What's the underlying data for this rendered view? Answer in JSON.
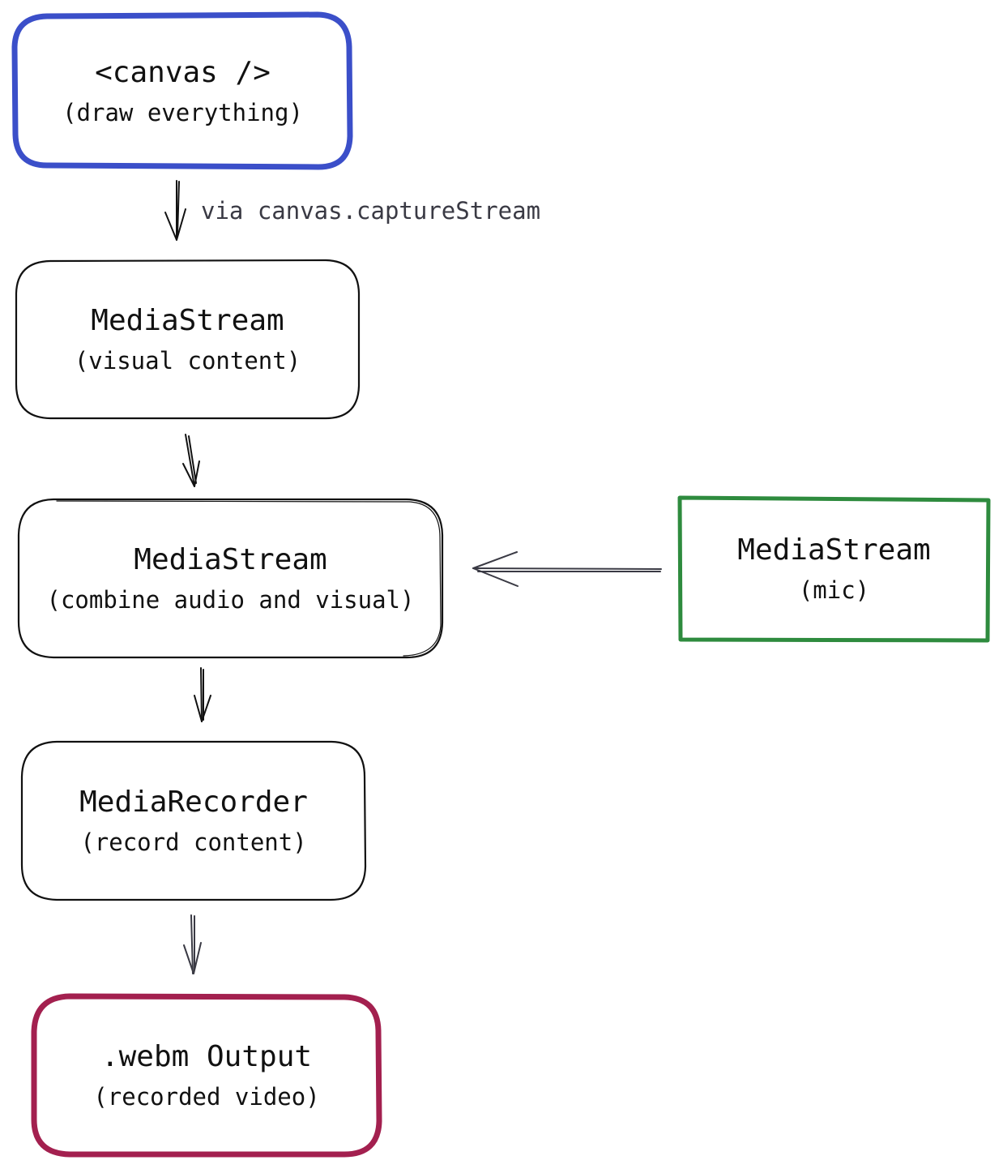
{
  "nodes": {
    "canvas": {
      "title": "<canvas />",
      "subtitle": "(draw everything)",
      "border_color": "#3b4fc9"
    },
    "visual_stream": {
      "title": "MediaStream",
      "subtitle": "(visual content)",
      "border_color": "#111111"
    },
    "combined_stream": {
      "title": "MediaStream",
      "subtitle": "(combine audio and visual)",
      "border_color": "#111111"
    },
    "mic_stream": {
      "title": "MediaStream",
      "subtitle": "(mic)",
      "border_color": "#2e8b3e"
    },
    "recorder": {
      "title": "MediaRecorder",
      "subtitle": "(record content)",
      "border_color": "#111111"
    },
    "output": {
      "title": ".webm Output",
      "subtitle": "(recorded video)",
      "border_color": "#a3204f"
    }
  },
  "edges": [
    {
      "from": "canvas",
      "to": "visual_stream",
      "label": "via canvas.captureStream"
    },
    {
      "from": "visual_stream",
      "to": "combined_stream",
      "label": ""
    },
    {
      "from": "mic_stream",
      "to": "combined_stream",
      "label": ""
    },
    {
      "from": "combined_stream",
      "to": "recorder",
      "label": ""
    },
    {
      "from": "recorder",
      "to": "output",
      "label": ""
    }
  ]
}
